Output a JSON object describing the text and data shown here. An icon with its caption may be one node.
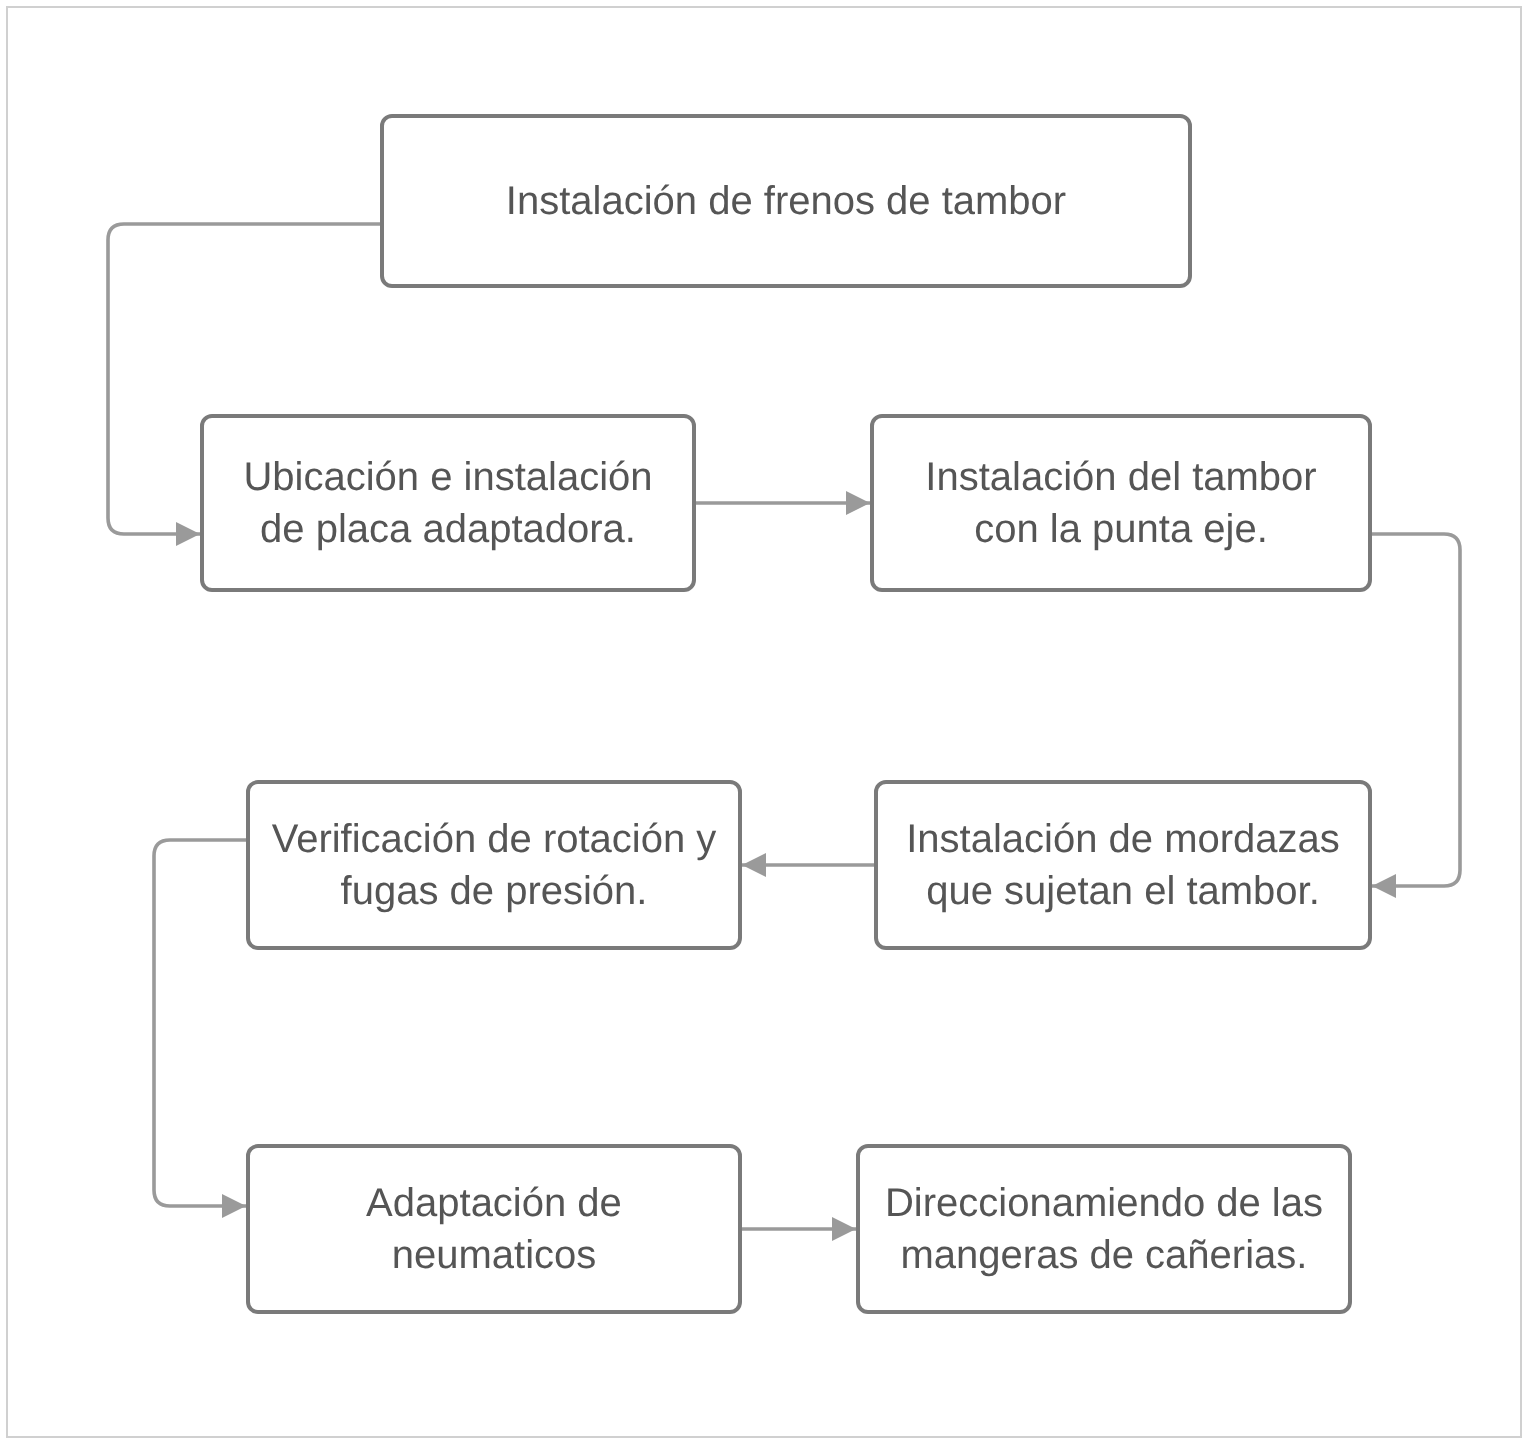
{
  "diagram": {
    "nodes": [
      {
        "text": [
          "Instalación de frenos de tambor"
        ]
      },
      {
        "text": [
          "Ubicación e instalación de placa adaptadora."
        ]
      },
      {
        "text": [
          "Instalación del tambor con la punta eje."
        ]
      },
      {
        "text": [
          "Verificación de rotación y fugas de presión."
        ]
      },
      {
        "text": [
          "Instalación de mordazas que sujetan el tambor."
        ]
      },
      {
        "text": [
          "Adaptación de neumaticos"
        ]
      },
      {
        "text": [
          "Direccionamiendo de las mangeras de cañerias."
        ]
      }
    ],
    "edges": [
      {
        "from": 0,
        "to": 1,
        "arrow": "to"
      },
      {
        "from": 1,
        "to": 2,
        "arrow": "to"
      },
      {
        "from": 2,
        "to": 4,
        "arrow": "to"
      },
      {
        "from": 4,
        "to": 3,
        "arrow": "to"
      },
      {
        "from": 3,
        "to": 5,
        "arrow": "to"
      },
      {
        "from": 5,
        "to": 6,
        "arrow": "to"
      }
    ]
  }
}
